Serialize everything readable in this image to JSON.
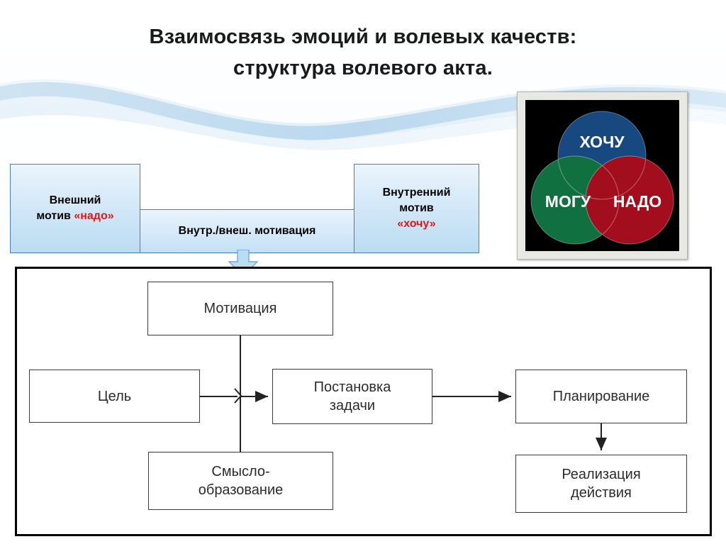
{
  "title": {
    "line1": "Взаимосвязь эмоций и волевых качеств:",
    "line2": "структура волевого акта."
  },
  "motivation_row": {
    "external": {
      "label_line1": "Внешний",
      "label_line2": "мотив ",
      "quote": "«надо»"
    },
    "middle": {
      "label": "Внутр./внеш. мотивация"
    },
    "internal": {
      "label_line1": "Внутренний",
      "label_line2": "мотив",
      "quote": "«хочу»"
    },
    "arrow_icon": "down-arrow-icon"
  },
  "venn": {
    "labels": {
      "top": "ХОЧУ",
      "left": "МОГУ",
      "right": "НАДО"
    },
    "colors": {
      "top": "#1a4f8a",
      "left": "#127a46",
      "right": "#b01020",
      "background": "#000000",
      "frame": "#e9e9e3"
    }
  },
  "flow": {
    "nodes": [
      {
        "id": "motivation",
        "line1": "Мотивация",
        "line2": ""
      },
      {
        "id": "goal",
        "line1": "Цель",
        "line2": ""
      },
      {
        "id": "task",
        "line1": "Постановка",
        "line2": "задачи"
      },
      {
        "id": "planning",
        "line1": "Планирование",
        "line2": ""
      },
      {
        "id": "meaning",
        "line1": "Смысло-",
        "line2": "образование"
      },
      {
        "id": "realization",
        "line1": "Реализация",
        "line2": "действия"
      }
    ]
  }
}
